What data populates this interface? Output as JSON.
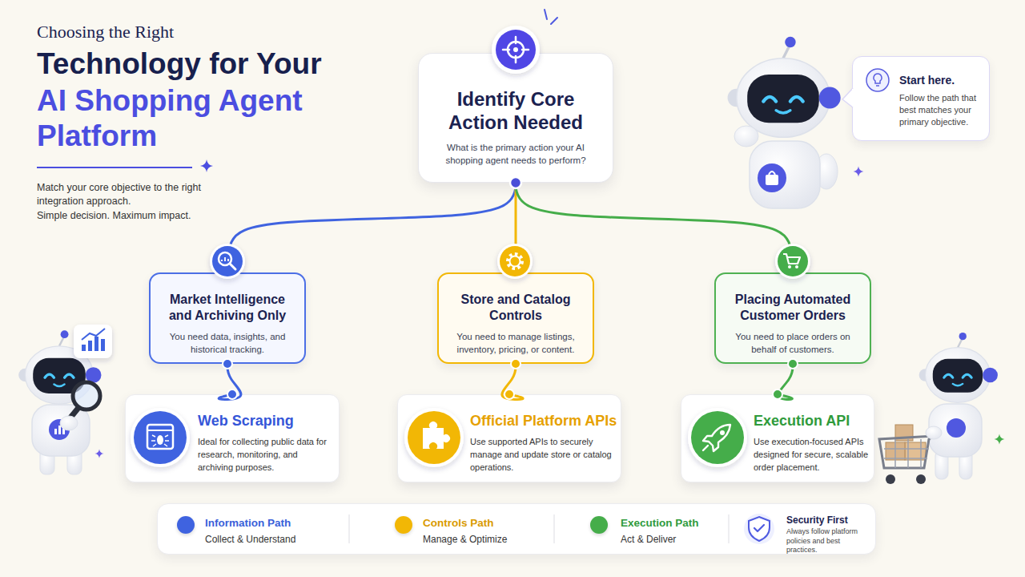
{
  "diagram": {
    "title": "Choosing the Right",
    "nodes": [
      {
        "text": [
          "Identify Core Action Needed",
          "What is the primary action your AI shopping agent needs to perform?"
        ]
      },
      {
        "text": [
          "Market Intelligence and Archiving Only",
          "You need data, insights, and historical tracking."
        ]
      },
      {
        "text": [
          "Store and Catalog Controls",
          "You need to manage listings, inventory, pricing, or content."
        ]
      },
      {
        "text": [
          "Placing Automated Customer Orders",
          "You need to place orders on behalf of customers."
        ]
      },
      {
        "text": [
          "Web Scraping",
          "Ideal for collecting public data for research, monitoring, and archiving purposes."
        ]
      },
      {
        "text": [
          "Official Platform APIs",
          "Use supported APIs to securely manage and update store or catalog operations."
        ]
      },
      {
        "text": [
          "Execution API",
          "Use execution-focused APIs designed for secure, scalable order placement."
        ]
      },
      {
        "text": [
          "Start here.",
          "Follow the path that best matches your primary objective."
        ]
      }
    ],
    "edges": [
      {
        "from": 0,
        "to": 1,
        "arrow": "none"
      },
      {
        "from": 0,
        "to": 2,
        "arrow": "none"
      },
      {
        "from": 0,
        "to": 3,
        "arrow": "none"
      },
      {
        "from": 1,
        "to": 4,
        "arrow": "none"
      },
      {
        "from": 2,
        "to": 5,
        "arrow": "none"
      },
      {
        "from": 3,
        "to": 6,
        "arrow": "none"
      }
    ],
    "labels": [
      "Technology for Your",
      "AI Shopping Agent Platform",
      "Match your core objective to the right integration approach.",
      "Simple decision. Maximum impact.",
      "Collect & Understand",
      "Manage & Optimize",
      "Act & Deliver",
      "Security First",
      "Always follow platform policies and best practices."
    ],
    "legend": [
      {
        "text": "Information Path",
        "color": "#3f63e0"
      },
      {
        "text": "Controls Path",
        "color": "#f2b705"
      },
      {
        "text": "Execution Path",
        "color": "#45ad4a"
      }
    ]
  }
}
